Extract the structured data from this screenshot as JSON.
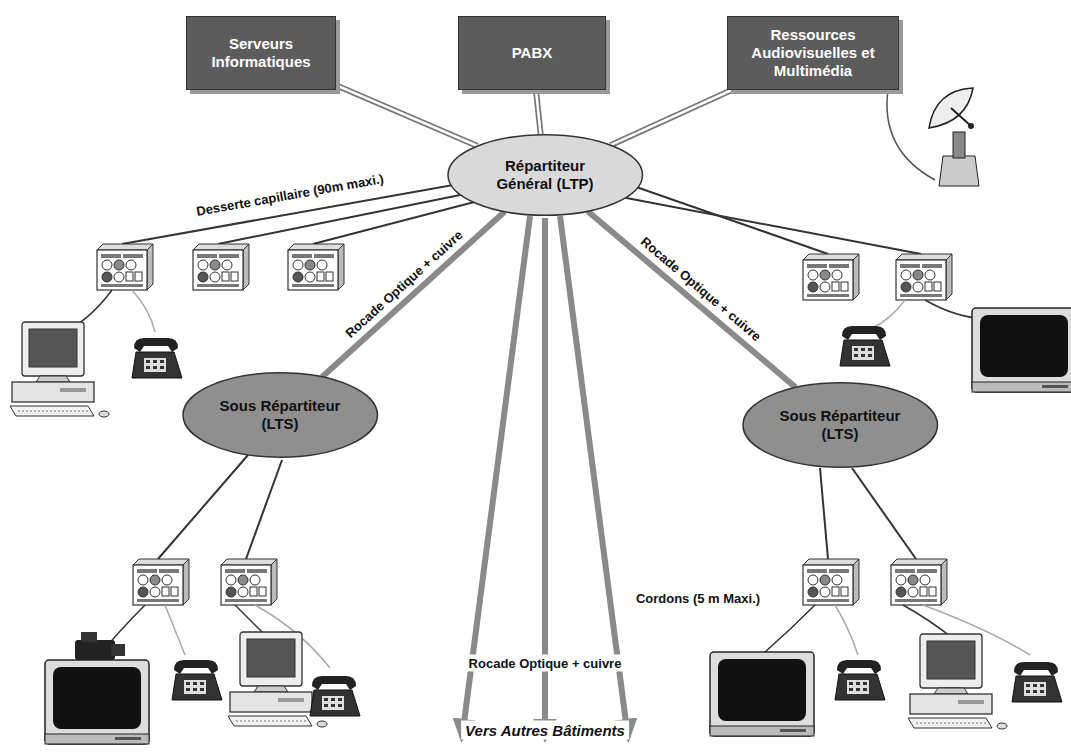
{
  "diagram": {
    "nodes": [
      {
        "text": [
          "Serveurs Informatiques"
        ]
      },
      {
        "text": [
          "PABX"
        ]
      },
      {
        "text": [
          "Ressources Audiovisuelles et Multimédia"
        ]
      },
      {
        "text": [
          "Répartiteur Général (LTP)"
        ]
      },
      {
        "text": [
          "Sous Répartiteur (LTS)"
        ]
      },
      {
        "text": [
          "Sous Répartiteur (LTS)"
        ]
      }
    ],
    "edges": [
      {
        "from": 0,
        "to": 3,
        "arrow": "none"
      },
      {
        "from": 1,
        "to": 3,
        "arrow": "none"
      },
      {
        "from": 2,
        "to": 3,
        "arrow": "none"
      },
      {
        "from": 3,
        "to": 4,
        "label": "Rocade Optique + cuivre",
        "arrow": "none"
      },
      {
        "from": 3,
        "to": 5,
        "label": "Rocade Optique + cuivre",
        "arrow": "none"
      }
    ],
    "labels": [
      "Desserte capillaire (90m maxi.)",
      "Cordons (5 m Maxi.)",
      "Rocade Optique + cuivre",
      "Vers Autres Bâtiments"
    ]
  }
}
